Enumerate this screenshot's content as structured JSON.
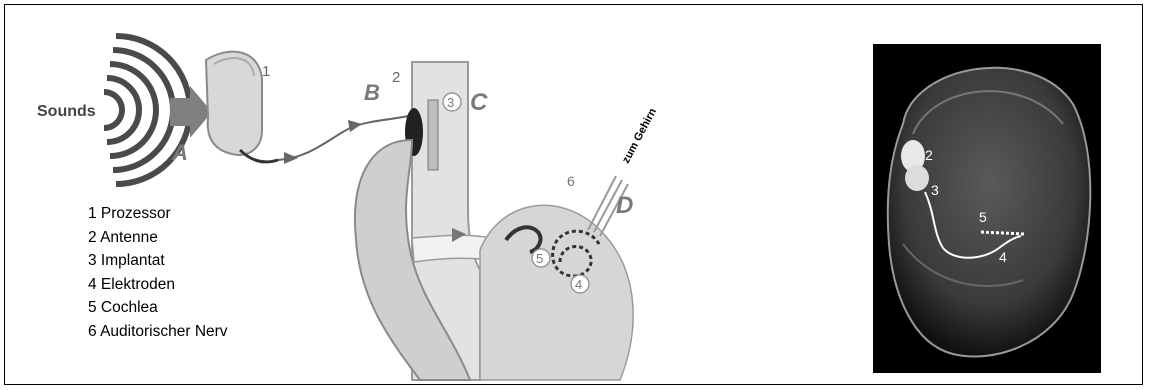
{
  "diagram": {
    "sounds_label": "Sounds",
    "letters": {
      "a": "A",
      "b": "B",
      "c": "C",
      "d": "D"
    },
    "numbers": {
      "n1": "1",
      "n2": "2",
      "n3": "3",
      "n4": "4",
      "n5": "5",
      "n6": "6"
    },
    "cable_label": "zum Gehirn"
  },
  "legend": {
    "items": [
      "1 Prozessor",
      "2 Antenne",
      "3 Implantat",
      "4 Elektroden",
      "5 Cochlea",
      "6 Auditorischer Nerv"
    ]
  },
  "xray": {
    "labels": {
      "n2": "2",
      "n3": "3",
      "n4": "4",
      "n5": "5"
    }
  },
  "colors": {
    "frame": "#000000",
    "illustration_gray": "#8a8a8a",
    "light_gray": "#c8c8c8",
    "xray_bg": "#000000"
  }
}
